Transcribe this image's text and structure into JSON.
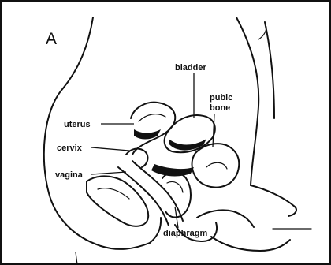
{
  "panel_letter": "A",
  "labels": {
    "bladder": "bladder",
    "pubic_bone": "pubic\nbone",
    "uterus": "uterus",
    "cervix": "cervix",
    "vagina": "vagina",
    "diaphragm": "diaphragm"
  }
}
